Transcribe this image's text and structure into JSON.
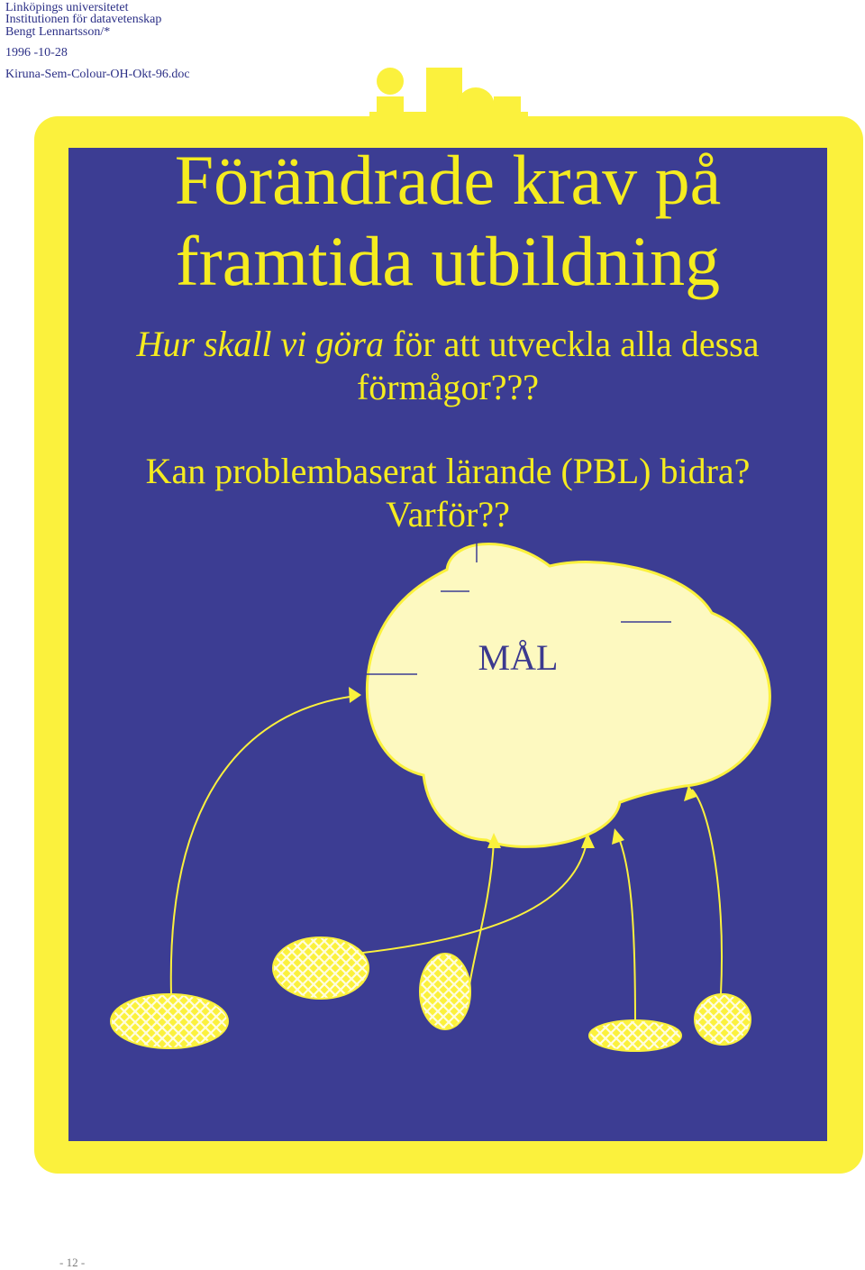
{
  "header": {
    "line1": "Linköpings universitetet",
    "line2": "Institutionen för datavetenskap",
    "line3": "Bengt Lennartsson/*",
    "line4": "1996 -10-28",
    "line5": "Kiruna-Sem-Colour-OH-Okt-96.doc"
  },
  "slide": {
    "title_line1": "Förändrade krav på",
    "title_line2": "framtida utbildning",
    "question_italic": "Hur skall vi göra",
    "question_rest": " för att utveckla alla dessa",
    "question_line2": "förmågor???",
    "pbl_line1": "Kan problembaserat lärande (PBL) bidra?",
    "pbl_line2": "Varför??",
    "goal_label": "MÅL"
  },
  "colors": {
    "slide_background": "#3c3d93",
    "frame_yellow": "#fbf13d",
    "text_yellow": "#f5ec1f",
    "cloud_fill": "#fdf9c0",
    "goal_text": "#3c3a8f"
  },
  "logo": {
    "name": "ida-logo-icon"
  },
  "footer": {
    "page": "- 12 -"
  }
}
